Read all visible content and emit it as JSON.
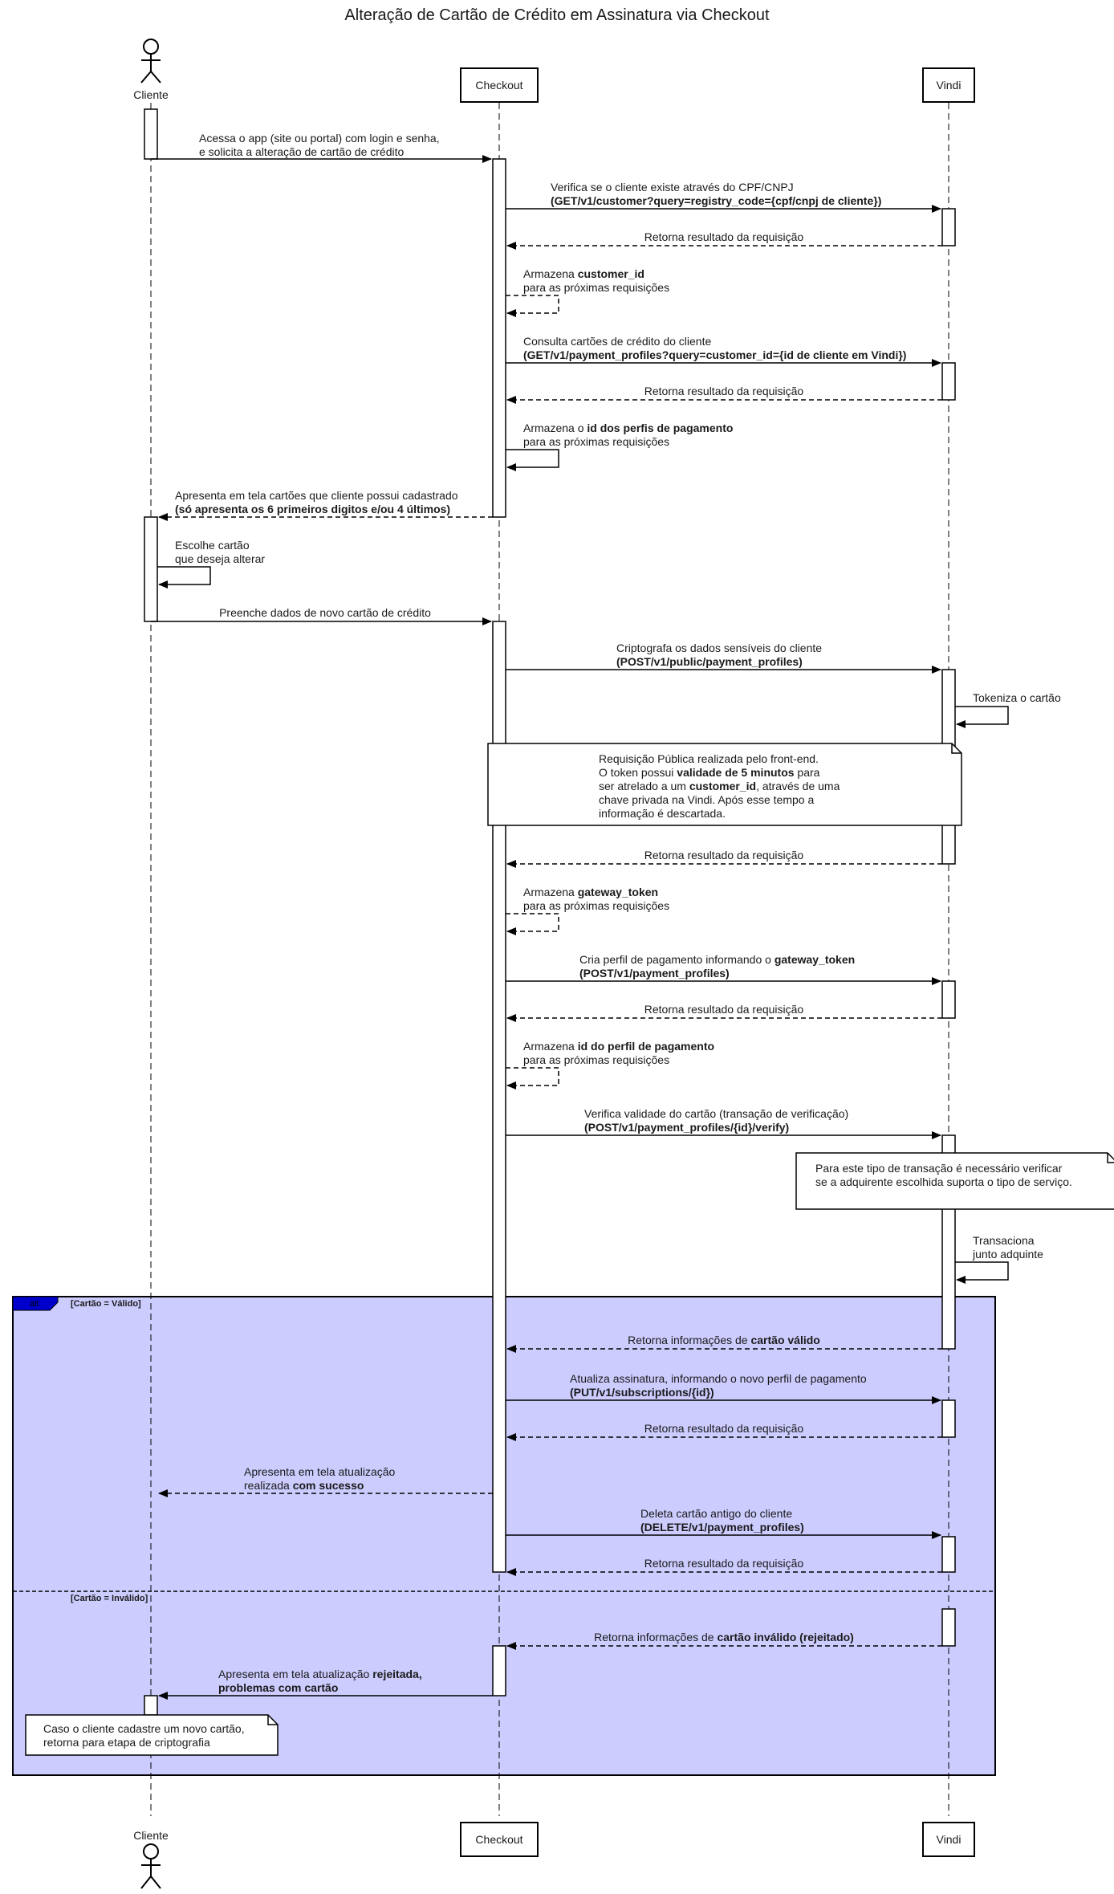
{
  "title": "Alteração de Cartão de Crédito em Assinatura via Checkout",
  "participants": {
    "cliente": "Cliente",
    "checkout": "Checkout",
    "vindi": "Vindi"
  },
  "messages": [
    {
      "lines": [
        [
          {
            "t": "Acessa o app (site ou portal) com login e senha,"
          }
        ],
        [
          {
            "t": "e solicita a alteração de cartão de crédito"
          }
        ]
      ]
    },
    {
      "lines": [
        [
          {
            "t": "Verifica se o cliente existe através do CPF/CNPJ"
          }
        ],
        [
          {
            "t": "(GET/v1/customer?query=registry_code={cpf/cnpj de cliente})",
            "b": true
          }
        ]
      ]
    },
    {
      "lines": [
        [
          {
            "t": "Retorna resultado da requisição"
          }
        ]
      ]
    },
    {
      "lines": [
        [
          {
            "t": "Armazena "
          },
          {
            "t": "customer_id",
            "b": true
          }
        ],
        [
          {
            "t": "para as próximas requisições"
          }
        ]
      ]
    },
    {
      "lines": [
        [
          {
            "t": "Consulta cartões de crédito do cliente"
          }
        ],
        [
          {
            "t": "(GET/v1/payment_profiles?query=customer_id={id de cliente em Vindi})",
            "b": true
          }
        ]
      ]
    },
    {
      "lines": [
        [
          {
            "t": "Retorna resultado da requisição"
          }
        ]
      ]
    },
    {
      "lines": [
        [
          {
            "t": "Armazena o "
          },
          {
            "t": "id dos perfis de pagamento",
            "b": true
          }
        ],
        [
          {
            "t": "para as próximas requisições"
          }
        ]
      ]
    },
    {
      "lines": [
        [
          {
            "t": "Apresenta em tela cartões que cliente possui cadastrado"
          }
        ],
        [
          {
            "t": "(só apresenta os 6 primeiros digitos e/ou 4 últimos)",
            "b": true
          }
        ]
      ]
    },
    {
      "lines": [
        [
          {
            "t": "Escolhe cartão"
          }
        ],
        [
          {
            "t": "que deseja alterar"
          }
        ]
      ]
    },
    {
      "lines": [
        [
          {
            "t": "Preenche dados de novo cartão de crédito"
          }
        ]
      ]
    },
    {
      "lines": [
        [
          {
            "t": "Criptografa os dados sensíveis do cliente"
          }
        ],
        [
          {
            "t": "(POST/v1/public/payment_profiles)",
            "b": true
          }
        ]
      ]
    },
    {
      "lines": [
        [
          {
            "t": "Tokeniza o cartão"
          }
        ]
      ]
    },
    {
      "lines": [
        [
          {
            "t": "Retorna resultado da requisição"
          }
        ]
      ]
    },
    {
      "lines": [
        [
          {
            "t": "Armazena "
          },
          {
            "t": "gateway_token",
            "b": true
          }
        ],
        [
          {
            "t": "para as próximas requisições"
          }
        ]
      ]
    },
    {
      "lines": [
        [
          {
            "t": "Cria perfil de pagamento informando o "
          },
          {
            "t": "gateway_token",
            "b": true
          }
        ],
        [
          {
            "t": "(POST/v1/payment_profiles)",
            "b": true
          }
        ]
      ]
    },
    {
      "lines": [
        [
          {
            "t": "Retorna resultado da requisição"
          }
        ]
      ]
    },
    {
      "lines": [
        [
          {
            "t": "Armazena "
          },
          {
            "t": "id do perfil de pagamento",
            "b": true
          }
        ],
        [
          {
            "t": "para as próximas requisições"
          }
        ]
      ]
    },
    {
      "lines": [
        [
          {
            "t": "Verifica validade do cartão (transação de verificação)"
          }
        ],
        [
          {
            "t": "(POST/v1/payment_profiles/{id}/verify)",
            "b": true
          }
        ]
      ]
    },
    {
      "lines": [
        [
          {
            "t": "Transaciona"
          }
        ],
        [
          {
            "t": "junto adquinte"
          }
        ]
      ]
    },
    {
      "lines": [
        [
          {
            "t": "Retorna informações de "
          },
          {
            "t": "cartão válido",
            "b": true
          }
        ]
      ]
    },
    {
      "lines": [
        [
          {
            "t": "Atualiza assinatura, informando o novo perfil de pagamento"
          }
        ],
        [
          {
            "t": "(PUT/v1/subscriptions/{id})",
            "b": true
          }
        ]
      ]
    },
    {
      "lines": [
        [
          {
            "t": "Retorna resultado da requisição"
          }
        ]
      ]
    },
    {
      "lines": [
        [
          {
            "t": "Apresenta em tela atualização"
          }
        ],
        [
          {
            "t": "realizada "
          },
          {
            "t": "com sucesso",
            "b": true
          }
        ]
      ]
    },
    {
      "lines": [
        [
          {
            "t": "Deleta cartão antigo do cliente"
          }
        ],
        [
          {
            "t": "(DELETE/v1/payment_profiles)",
            "b": true
          }
        ]
      ]
    },
    {
      "lines": [
        [
          {
            "t": "Retorna resultado da requisição"
          }
        ]
      ]
    },
    {
      "lines": [
        [
          {
            "t": "Retorna informações de "
          },
          {
            "t": "cartão inválido (rejeitado)",
            "b": true
          }
        ]
      ]
    },
    {
      "lines": [
        [
          {
            "t": "Apresenta em tela atualização "
          },
          {
            "t": "rejeitada,",
            "b": true
          }
        ],
        [
          {
            "t": "problemas com cartão",
            "b": true
          }
        ]
      ]
    }
  ],
  "notes": [
    {
      "lines": [
        [
          {
            "t": "Requisição Pública realizada pelo front-end."
          }
        ],
        [
          {
            "t": "O token possui "
          },
          {
            "t": "validade de 5 minutos",
            "b": true
          },
          {
            "t": " para"
          }
        ],
        [
          {
            "t": "ser atrelado a um "
          },
          {
            "t": "customer_id",
            "b": true
          },
          {
            "t": ", através de uma"
          }
        ],
        [
          {
            "t": "chave privada na Vindi. Após esse tempo a"
          }
        ],
        [
          {
            "t": "informação é descartada."
          }
        ]
      ]
    },
    {
      "lines": [
        [
          {
            "t": "Para este tipo de transação é necessário verificar"
          }
        ],
        [
          {
            "t": "se a adquirente escolhida suporta o tipo de serviço."
          }
        ]
      ]
    },
    {
      "lines": [
        [
          {
            "t": "Caso o cliente cadastre um novo cartão,"
          }
        ],
        [
          {
            "t": "retorna para etapa de criptografia"
          }
        ]
      ]
    }
  ],
  "fragment": {
    "operator": "alt",
    "guard_valid": "[Cartão = Válido]",
    "guard_invalid": "[Cartão = Inválido]"
  },
  "colors": {
    "fragment_fill": "#ccccff",
    "fragment_tab": "#0000cc",
    "line": "#000000"
  }
}
